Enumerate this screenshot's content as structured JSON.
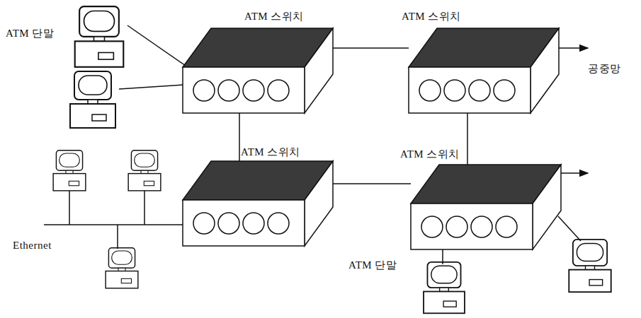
{
  "diagram": {
    "nodes": [
      {
        "text": [
          "ATM 스위치"
        ]
      },
      {
        "text": [
          "ATM 스위치"
        ]
      },
      {
        "text": [
          "ATM 스위치"
        ]
      },
      {
        "text": [
          "ATM 스위치"
        ]
      }
    ],
    "edges": [
      {
        "from": 0,
        "to": 1,
        "arrow": "none"
      },
      {
        "from": 0,
        "to": 2,
        "arrow": "none"
      },
      {
        "from": 2,
        "to": 3,
        "arrow": "none"
      },
      {
        "from": 1,
        "to": 3,
        "arrow": "none"
      }
    ],
    "labels": [
      "ATM 단말",
      "공중망",
      "Ethernet",
      "ATM 단말"
    ]
  }
}
